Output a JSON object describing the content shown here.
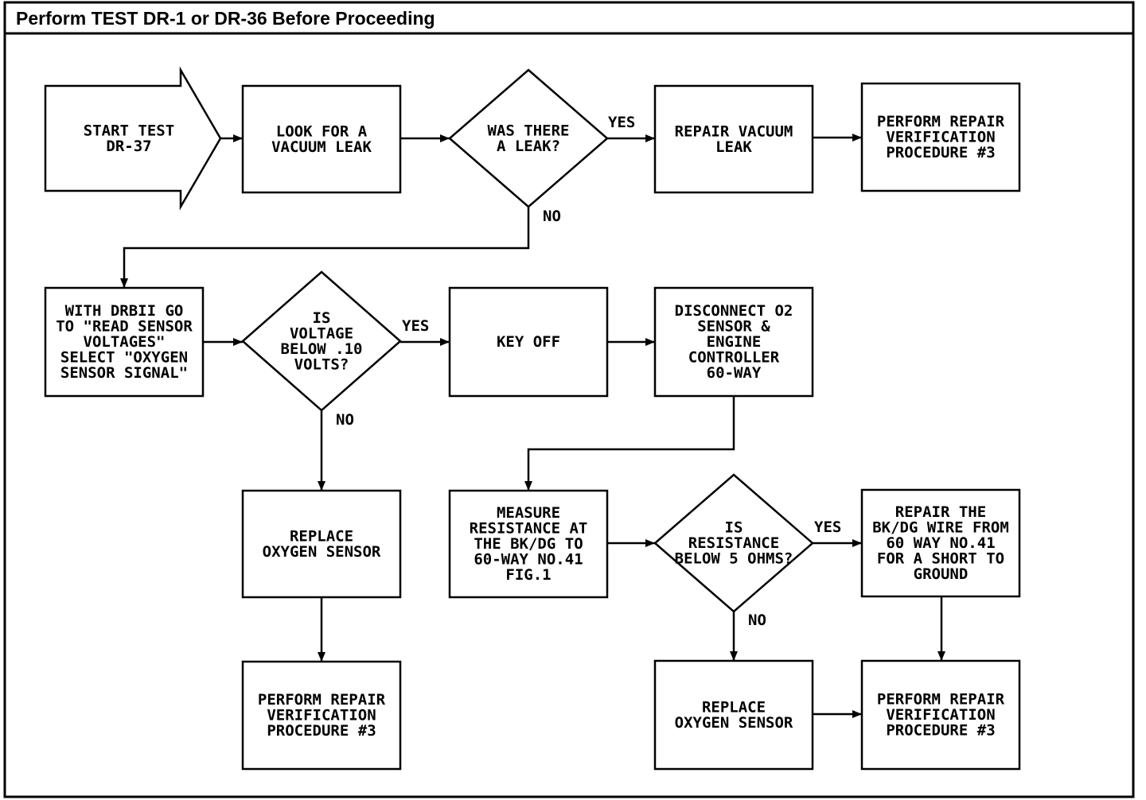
{
  "header": {
    "title": "Perform TEST DR-1 or DR-36 Before Proceeding"
  },
  "nodes": {
    "start": {
      "shape": "arrow",
      "lines": [
        "START TEST",
        "DR-37"
      ]
    },
    "look_vacuum_leak": {
      "shape": "box",
      "lines": [
        "LOOK FOR A",
        "VACUUM LEAK"
      ]
    },
    "was_there_leak": {
      "shape": "diamond",
      "lines": [
        "WAS THERE",
        "A LEAK?"
      ]
    },
    "repair_vacuum_leak": {
      "shape": "box",
      "lines": [
        "REPAIR VACUUM",
        "LEAK"
      ]
    },
    "verify_1": {
      "shape": "box",
      "lines": [
        "PERFORM REPAIR",
        "VERIFICATION",
        "PROCEDURE #3"
      ]
    },
    "drbii_read": {
      "shape": "box",
      "lines": [
        "WITH DRBII GO",
        "TO \"READ SENSOR",
        "VOLTAGES\"",
        "SELECT \"OXYGEN",
        "SENSOR SIGNAL\""
      ]
    },
    "voltage_below": {
      "shape": "diamond",
      "lines": [
        "IS",
        "VOLTAGE",
        "BELOW .10",
        "VOLTS?"
      ]
    },
    "key_off": {
      "shape": "box",
      "lines": [
        "KEY OFF"
      ]
    },
    "disconnect_o2": {
      "shape": "box",
      "lines": [
        "DISCONNECT O2",
        "SENSOR &",
        "ENGINE",
        "CONTROLLER",
        "60-WAY"
      ]
    },
    "replace_o2_1": {
      "shape": "box",
      "lines": [
        "REPLACE",
        "OXYGEN SENSOR"
      ]
    },
    "measure_resistance": {
      "shape": "box",
      "lines": [
        "MEASURE",
        "RESISTANCE AT",
        "THE BK/DG TO",
        "60-WAY NO.41",
        "FIG.1"
      ]
    },
    "resistance_below": {
      "shape": "diamond",
      "lines": [
        "IS",
        "RESISTANCE",
        "BELOW 5 OHMS?"
      ]
    },
    "repair_bkdg": {
      "shape": "box",
      "lines": [
        "REPAIR THE",
        "BK/DG WIRE FROM",
        "60 WAY NO.41",
        "FOR A SHORT TO",
        "GROUND"
      ]
    },
    "verify_2": {
      "shape": "box",
      "lines": [
        "PERFORM REPAIR",
        "VERIFICATION",
        "PROCEDURE #3"
      ]
    },
    "replace_o2_2": {
      "shape": "box",
      "lines": [
        "REPLACE",
        "OXYGEN SENSOR"
      ]
    },
    "verify_3": {
      "shape": "box",
      "lines": [
        "PERFORM REPAIR",
        "VERIFICATION",
        "PROCEDURE #3"
      ]
    }
  },
  "edges": [
    {
      "from": "start",
      "to": "look_vacuum_leak",
      "label": ""
    },
    {
      "from": "look_vacuum_leak",
      "to": "was_there_leak",
      "label": ""
    },
    {
      "from": "was_there_leak",
      "to": "repair_vacuum_leak",
      "label": "YES"
    },
    {
      "from": "repair_vacuum_leak",
      "to": "verify_1",
      "label": ""
    },
    {
      "from": "was_there_leak",
      "to": "drbii_read",
      "label": "NO"
    },
    {
      "from": "drbii_read",
      "to": "voltage_below",
      "label": ""
    },
    {
      "from": "voltage_below",
      "to": "key_off",
      "label": "YES"
    },
    {
      "from": "key_off",
      "to": "disconnect_o2",
      "label": ""
    },
    {
      "from": "voltage_below",
      "to": "replace_o2_1",
      "label": "NO"
    },
    {
      "from": "replace_o2_1",
      "to": "verify_2",
      "label": ""
    },
    {
      "from": "disconnect_o2",
      "to": "measure_resistance",
      "label": ""
    },
    {
      "from": "measure_resistance",
      "to": "resistance_below",
      "label": ""
    },
    {
      "from": "resistance_below",
      "to": "repair_bkdg",
      "label": "YES"
    },
    {
      "from": "resistance_below",
      "to": "replace_o2_2",
      "label": "NO"
    },
    {
      "from": "repair_bkdg",
      "to": "verify_3",
      "label": ""
    },
    {
      "from": "replace_o2_2",
      "to": "verify_3",
      "label": ""
    }
  ]
}
